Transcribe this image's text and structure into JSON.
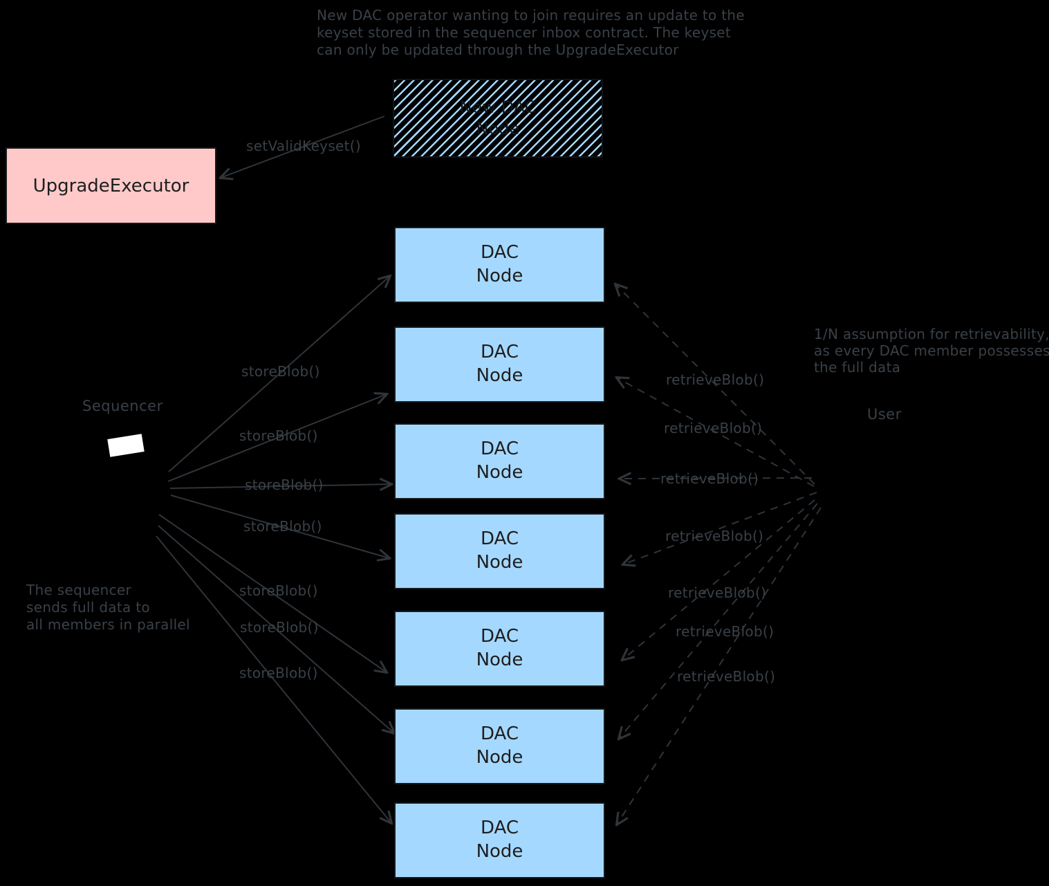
{
  "diagram": {
    "notes": {
      "top": [
        "New DAC operator wanting to join requires an update to the",
        "keyset stored in the sequencer inbox contract. The keyset",
        "can only be updated through the UpgradeExecutor"
      ],
      "left": [
        "The sequencer",
        "sends full data to",
        "all members in parallel"
      ],
      "right": [
        "1/N assumption for retrievability,",
        "as every DAC member possesses",
        "the full data"
      ]
    },
    "actors": {
      "sequencer": "Sequencer",
      "user": "User"
    },
    "boxes": {
      "upgrade_executor": {
        "label": "UpgradeExecutor",
        "fill": "#ffc9c9"
      },
      "new_dac_node": {
        "line1": "New DAC",
        "line2": "Node",
        "fill_style": "hachure",
        "stripe_color": "#a5d8ff"
      },
      "dac_node": {
        "line1": "DAC",
        "line2": "Node",
        "fill": "#a5d8ff",
        "count": 7
      }
    },
    "arrow_labels": {
      "set_valid_keyset": "setValidKeyset()",
      "store_blob": "storeBlob()",
      "retrieve_blob": "retrieveBlob()",
      "store_blob_count": 7,
      "retrieve_blob_count": 7
    },
    "colors": {
      "background": "#000000",
      "annotation_text": "#3a4147",
      "box_text": "#1e1e1e",
      "arrow": "#2f353a",
      "node_fill": "#a5d8ff",
      "executor_fill": "#ffc9c9",
      "sequencer_icon": "#ffffff"
    }
  }
}
